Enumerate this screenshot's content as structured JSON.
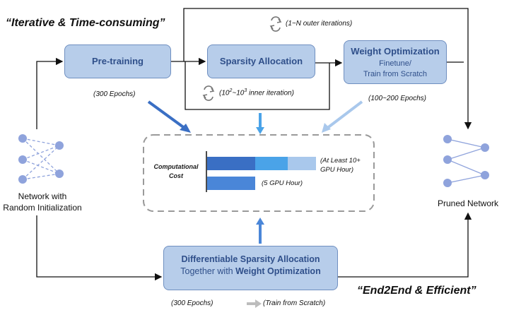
{
  "headline_top": "“Iterative & Time-consuming”",
  "headline_bottom": "“End2End & Efficient”",
  "outer_iterations": "(1~N outer iterations)",
  "inner_iterations_prefix": "(",
  "inner_iterations_base_low": "10",
  "inner_iterations_exp_low": "2",
  "inner_iterations_sep": "~",
  "inner_iterations_base_high": "10",
  "inner_iterations_exp_high": "3",
  "inner_iterations_suffix": " inner iteration)",
  "pretraining": {
    "title": "Pre-training",
    "epochs": "(300 Epochs)"
  },
  "sparsity": {
    "title": "Sparsity Allocation"
  },
  "weight_opt": {
    "title": "Weight Optimization",
    "line1": "Finetune/",
    "line2": "Train from Scratch",
    "epochs": "(100~200 Epochs)"
  },
  "network_in": {
    "line1": "Network with",
    "line2": "Random Initialization"
  },
  "network_out": {
    "label": "Pruned Network"
  },
  "cost": {
    "label_line1": "Computational",
    "label_line2": "Cost",
    "bar1_label_line1": "(At Least 10+",
    "bar1_label_line2": "GPU Hour)",
    "bar2_label": "(5 GPU Hour)"
  },
  "diff_box": {
    "line1": "Differentiable Sparsity Allocation",
    "line2_prefix": "Together with ",
    "line2_bold": "Weight Optimization"
  },
  "bottom_epochs": "(300 Epochs)",
  "bottom_train": "(Train from Scratch)",
  "colors": {
    "box_fill": "#b7cdea",
    "box_border": "#6f8fc0",
    "box_text": "#2f4f8a",
    "bar_dark": "#3a6fc4",
    "bar_mid": "#4aa3e8",
    "bar_light": "#a9c8ec"
  }
}
